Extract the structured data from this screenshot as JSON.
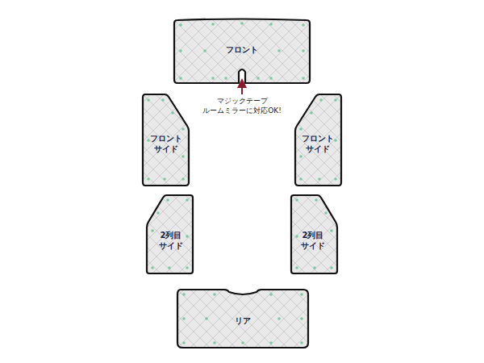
{
  "diagram": {
    "nodes": [
      {
        "text": [
          "フロント"
        ]
      },
      {
        "text": [
          "フロント サイド"
        ]
      },
      {
        "text": [
          "フロント サイド"
        ]
      },
      {
        "text": [
          "2列目 サイド"
        ]
      },
      {
        "text": [
          "2列目 サイド"
        ]
      },
      {
        "text": [
          "リア"
        ]
      }
    ],
    "labels": [
      "マジックテープ ルームミラーに対応OK!"
    ]
  }
}
